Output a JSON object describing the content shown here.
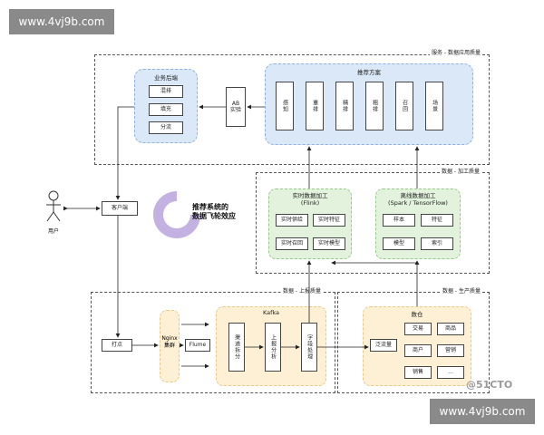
{
  "watermarks": {
    "top": "www.4vj9b.com",
    "bottom": "www.4vj9b.com"
  },
  "regions": {
    "service": "服务 - 数据应用质量",
    "processing": "数据 - 加工质量",
    "reporting": "数据 - 上报质量",
    "production": "数据 - 生产质量"
  },
  "business": {
    "title": "业务后端",
    "items": [
      "混排",
      "填充",
      "分流"
    ]
  },
  "ab": "AB\n实验",
  "recommend": {
    "title": "推荐方案",
    "stages": [
      "感知",
      "重排",
      "精排",
      "粗排",
      "召回",
      "场景"
    ]
  },
  "realtime": {
    "title": "实时数据加工\n(Flink)",
    "items": [
      "实时供给",
      "实时特征",
      "实时召回",
      "实时模型"
    ]
  },
  "offline": {
    "title": "离线数据加工\n(Spark / TensorFlow)",
    "items": [
      "样本",
      "特征",
      "模型",
      "索引"
    ]
  },
  "user": {
    "label": "用户"
  },
  "client": "客户端",
  "flywheel": {
    "line1": "推荐系统的",
    "line2": "数据飞轮效应"
  },
  "report": {
    "dot": "打点",
    "nginx": "Nginx\n集群",
    "flume": "Flume",
    "kafka": {
      "title": "Kafka",
      "steps": [
        "渠道拆分",
        "上报分析",
        "字段处理"
      ]
    }
  },
  "warehouse": {
    "title": "数仓",
    "flow": "泛流量",
    "items": [
      "交易",
      "商品",
      "商户",
      "营销",
      "销售",
      "..."
    ]
  },
  "logo": "@51CTO",
  "colors": {
    "blue": "#dbe8f8",
    "green": "#e2f2dc",
    "yellow": "#fdf0d5",
    "ring": "#b9a3dd"
  }
}
